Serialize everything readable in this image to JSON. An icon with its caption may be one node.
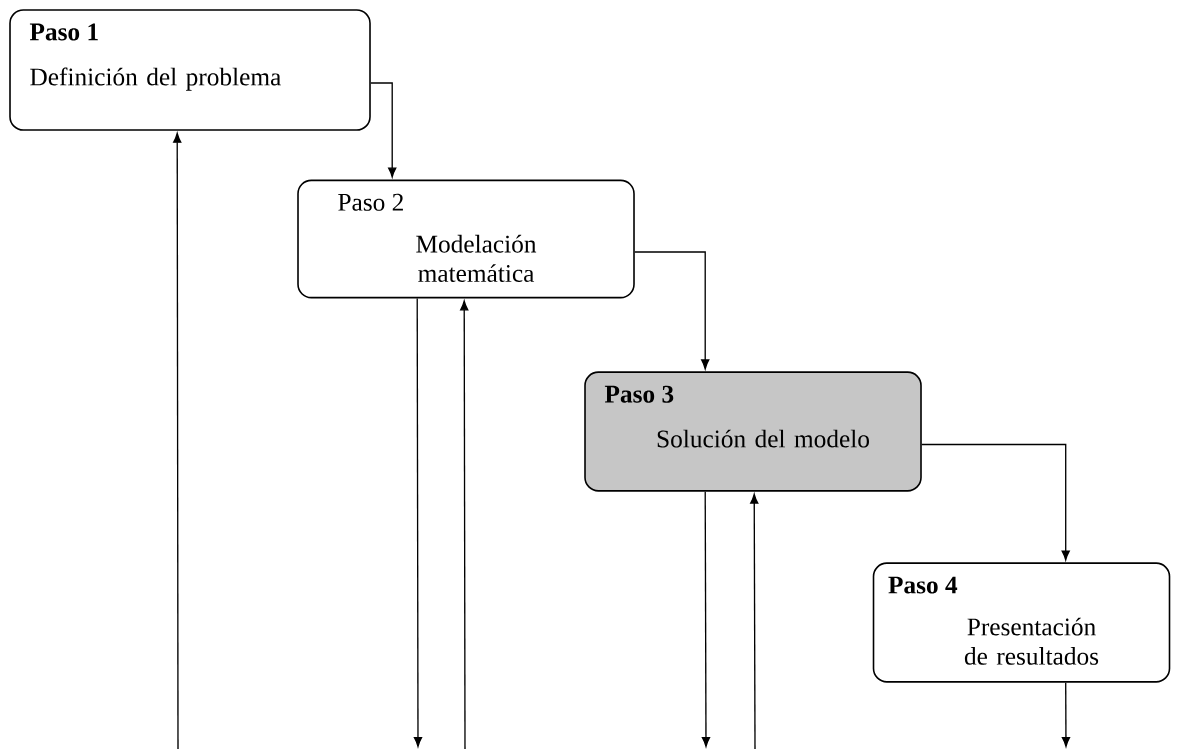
{
  "diagram": {
    "nodes": [
      {
        "text": [
          "Paso 1",
          "Definición del problema"
        ]
      },
      {
        "text": [
          "Paso 2",
          "Modelación matemática"
        ]
      },
      {
        "text": [
          "Paso 3",
          "Solución del modelo"
        ]
      },
      {
        "text": [
          "Paso 4",
          "Presentación de resultados"
        ]
      }
    ],
    "edges": [
      {
        "from": 0,
        "to": 1,
        "arrow": "to"
      },
      {
        "from": 1,
        "to": 2,
        "arrow": "to"
      },
      {
        "from": 2,
        "to": 3,
        "arrow": "to"
      },
      {
        "from": null,
        "to": 0,
        "arrow": "to"
      },
      {
        "from": 1,
        "to": null,
        "arrow": "to"
      },
      {
        "from": null,
        "to": 1,
        "arrow": "to"
      },
      {
        "from": 2,
        "to": null,
        "arrow": "to"
      },
      {
        "from": null,
        "to": 2,
        "arrow": "to"
      },
      {
        "from": 3,
        "to": null,
        "arrow": "to"
      }
    ]
  }
}
